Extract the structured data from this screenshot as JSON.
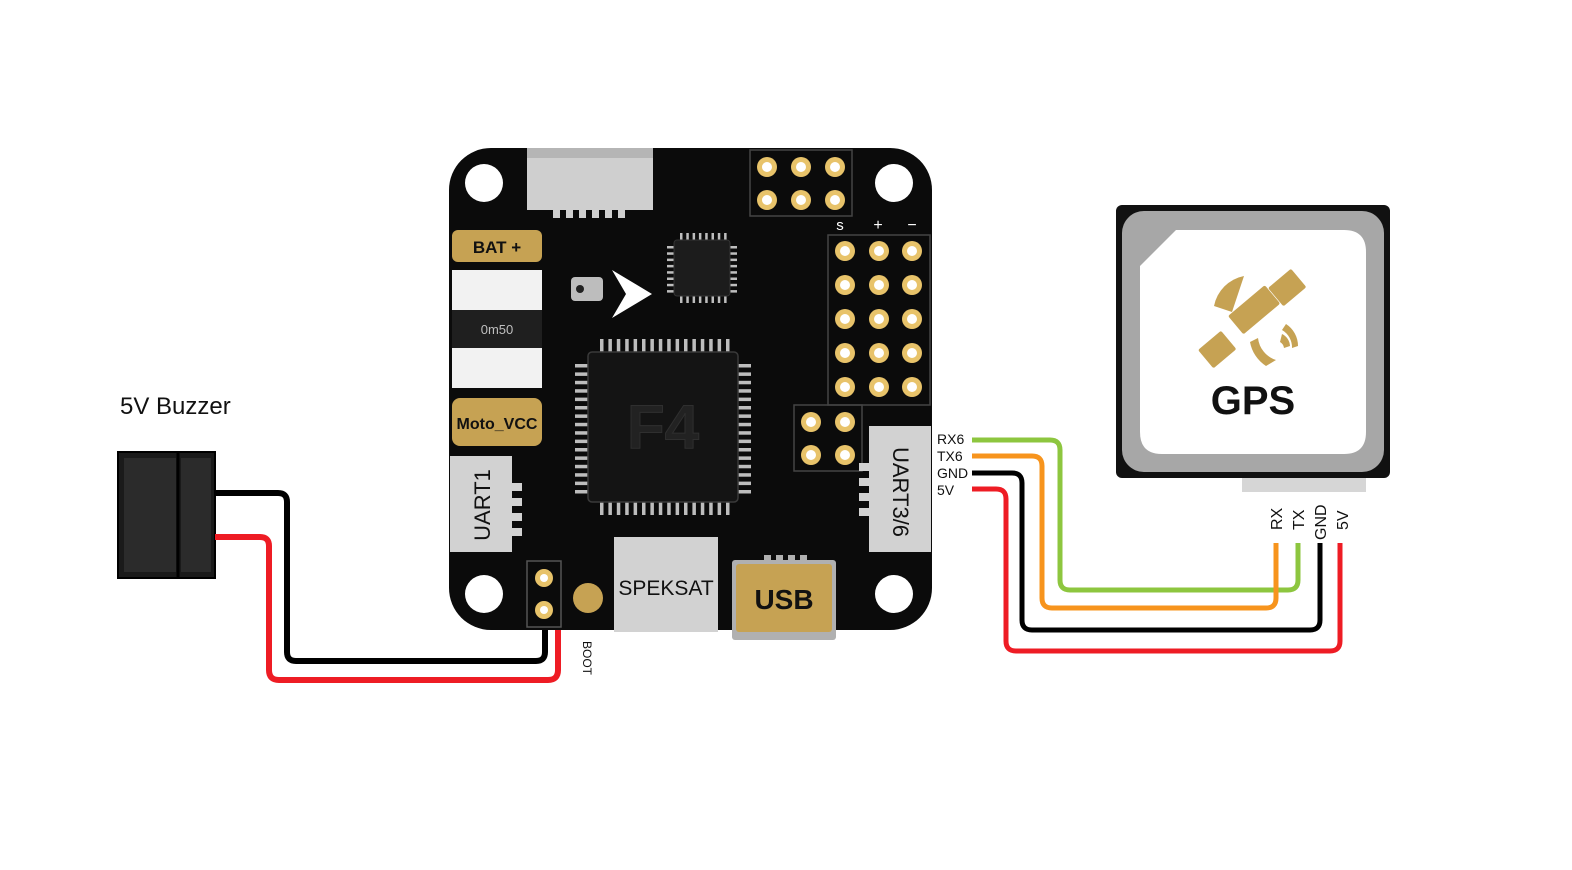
{
  "buzzer": {
    "label": "5V Buzzer"
  },
  "board": {
    "bat_label": "BAT +",
    "shunt_label": "0m50",
    "moto_label": "Moto_VCC",
    "chip_label": "F4",
    "uart1_label": "UART1",
    "uart36_label": "UART3/6",
    "speksat_label": "SPEKSAT",
    "usb_label": "USB",
    "boot_label": "BOOT",
    "servo_header": {
      "s": "s",
      "plus": "+",
      "minus": "−"
    },
    "uart6_pins": [
      "RX6",
      "TX6",
      "GND",
      "5V"
    ]
  },
  "gps": {
    "label": "GPS",
    "pins": [
      "RX",
      "TX",
      "GND",
      "5V"
    ]
  },
  "colors": {
    "board": "#0b0b0b",
    "gold": "#c6a253",
    "pad_gold": "#e8c36a",
    "wire_black": "#000000",
    "wire_red": "#ee1c24",
    "wire_green": "#8dc63f",
    "wire_orange": "#f7941d",
    "gps_shell": "#111111",
    "gps_inner": "#a7a7a7",
    "satellite": "#c6a253"
  }
}
